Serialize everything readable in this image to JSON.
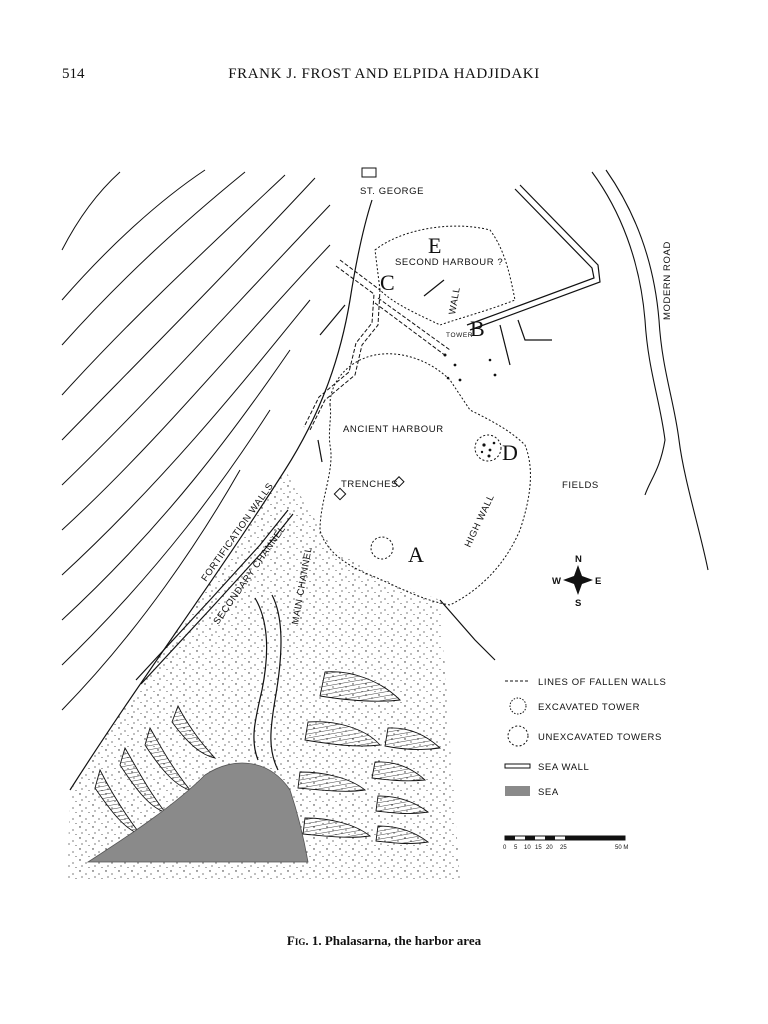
{
  "header": {
    "page_number": "514",
    "running_head": "FRANK J. FROST AND ELPIDA HADJIDAKI"
  },
  "map": {
    "labels": {
      "st_george": "ST. GEORGE",
      "second_harbour": "SECOND HARBOUR ?",
      "wall": "WALL",
      "tower": "TOWER",
      "ancient_harbour": "ANCIENT HARBOUR",
      "trenches": "TRENCHES",
      "high_wall": "HIGH WALL",
      "fields": "FIELDS",
      "fortification_walls": "FORTIFICATION WALLS",
      "secondary_channel": "SECONDARY CHANNEL",
      "main_channel": "MAIN CHANNEL",
      "modern_road": "MODERN ROAD"
    },
    "site_letters": {
      "a": "A",
      "b": "B",
      "c": "C",
      "d": "D",
      "e": "E"
    },
    "compass": {
      "n": "N",
      "s": "S",
      "e": "E",
      "w": "W"
    },
    "legend": [
      {
        "key": "fallen_walls",
        "label": "LINES OF FALLEN WALLS"
      },
      {
        "key": "excavated_tower",
        "label": "EXCAVATED TOWER"
      },
      {
        "key": "unexcavated_towers",
        "label": "UNEXCAVATED TOWERS"
      },
      {
        "key": "sea_wall",
        "label": "SEA WALL"
      },
      {
        "key": "sea",
        "label": "SEA"
      }
    ],
    "scale": {
      "ticks": [
        "0",
        "5",
        "10",
        "15",
        "20",
        "25"
      ],
      "end_label": "50 M"
    },
    "colors": {
      "ink": "#111111",
      "sea": "#8a8a8a"
    }
  },
  "caption": {
    "fig_label": "Fig. 1.",
    "text": "Phalasarna, the harbor area"
  }
}
